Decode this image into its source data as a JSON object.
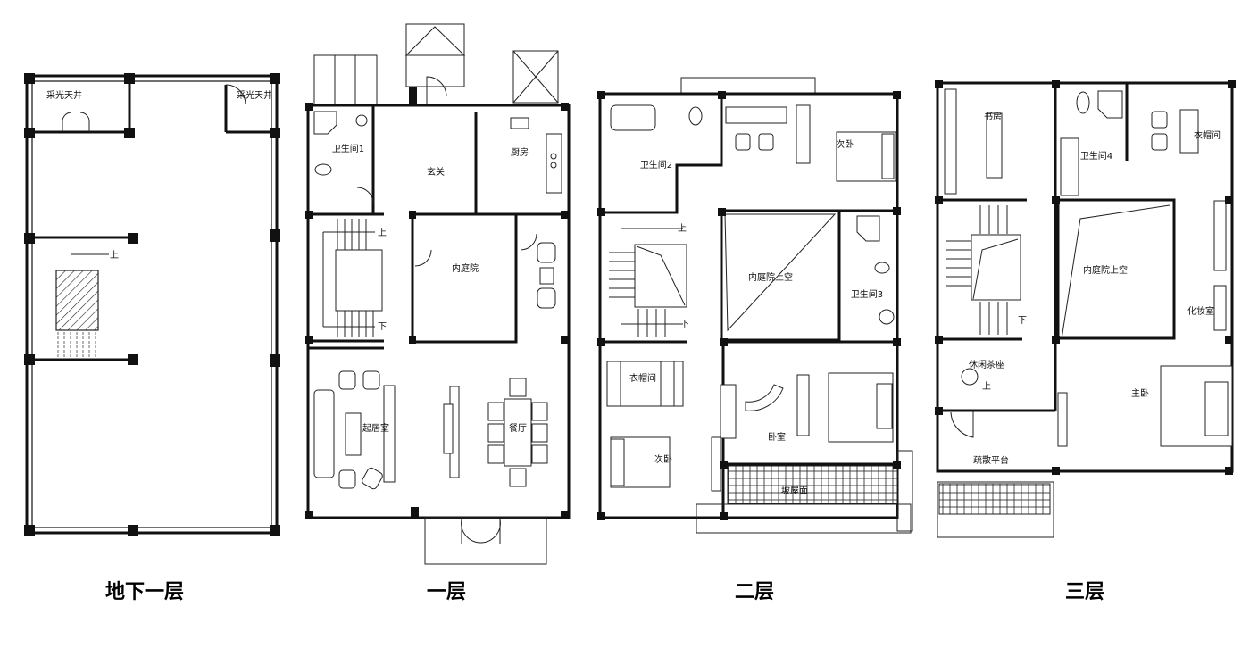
{
  "captions": {
    "basement": "地下一层",
    "floor1": "一层",
    "floor2": "二层",
    "floor3": "三层"
  },
  "basement": {
    "light_well_left": "采光天井",
    "light_well_right": "采光天井",
    "stair_up": "上"
  },
  "floor1": {
    "bathroom1": "卫生间1",
    "foyer": "玄关",
    "kitchen": "厨房",
    "inner_courtyard": "内庭院",
    "living_room": "起居室",
    "dining_room": "餐厅",
    "stair_up": "上",
    "stair_down": "下"
  },
  "floor2": {
    "bathroom2": "卫生间2",
    "second_bedroom_top": "次卧",
    "courtyard_void": "内庭院上空",
    "bathroom3": "卫生间3",
    "walk_in_closet": "衣帽间",
    "second_bedroom_bottom": "次卧",
    "bedroom": "卧室",
    "sloped_roof": "坡屋面",
    "stair_up": "上",
    "stair_down": "下"
  },
  "floor3": {
    "study": "书房",
    "bathroom4": "卫生间4",
    "walk_in_closet": "衣帽间",
    "courtyard_void": "内庭院上空",
    "dressing_room": "化妆室",
    "tea_lounge": "休闲茶座",
    "master_bedroom": "主卧",
    "evacuation_platform": "疏散平台",
    "stair_up": "上",
    "stair_down": "下"
  }
}
